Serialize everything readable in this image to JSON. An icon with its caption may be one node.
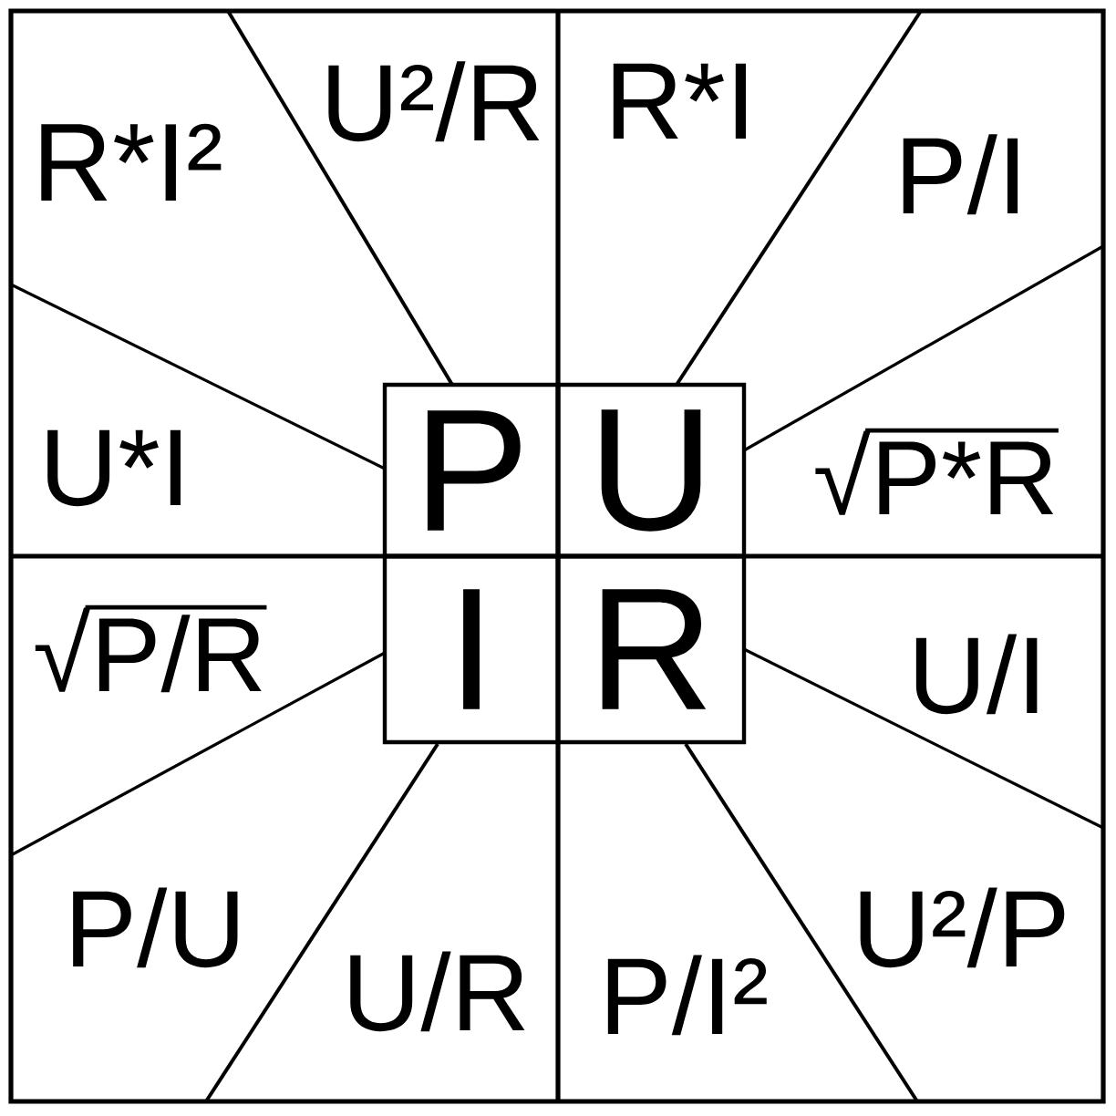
{
  "diagram": {
    "nodes": [
      {
        "text": [
          "P"
        ]
      },
      {
        "text": [
          "U"
        ]
      },
      {
        "text": [
          "I"
        ]
      },
      {
        "text": [
          "R"
        ]
      }
    ],
    "labels": [
      "R*I²",
      "U²/R",
      "R*I",
      "P/I",
      "U*I",
      "√P*R",
      "√P/R",
      "U/I",
      "P/U",
      "U/R",
      "P/I²",
      "U²/P"
    ]
  }
}
